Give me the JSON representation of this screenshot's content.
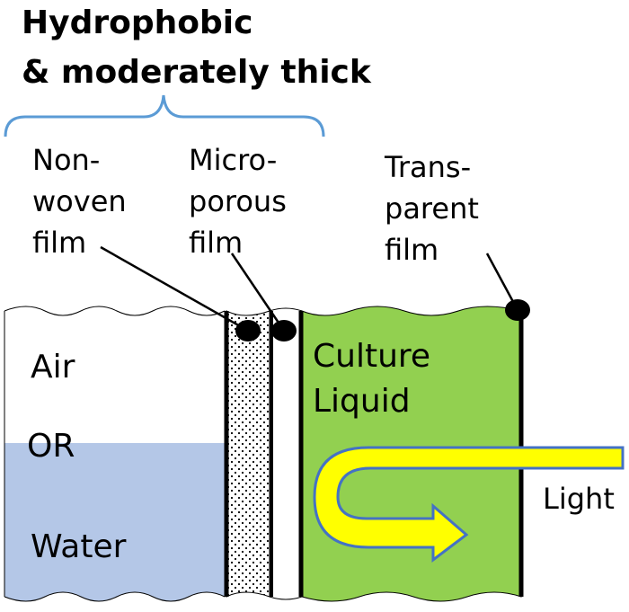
{
  "title": {
    "line1": "Hydrophobic",
    "line2": "& moderately thick"
  },
  "labels": {
    "nonwoven": [
      "Non-",
      "woven",
      "film"
    ],
    "microporous": [
      "Micro-",
      "porous",
      "film"
    ],
    "transparent": [
      "Trans-",
      "parent",
      "film"
    ],
    "air": "Air",
    "or": "OR",
    "water": "Water",
    "culture": [
      "Culture",
      "Liquid"
    ],
    "light": "Light"
  },
  "colors": {
    "water": "#b4c7e7",
    "culture_liquid": "#92d050",
    "light_arrow_fill": "#ffff00",
    "light_arrow_stroke": "#4472c4",
    "brace": "#5b9bd5"
  }
}
